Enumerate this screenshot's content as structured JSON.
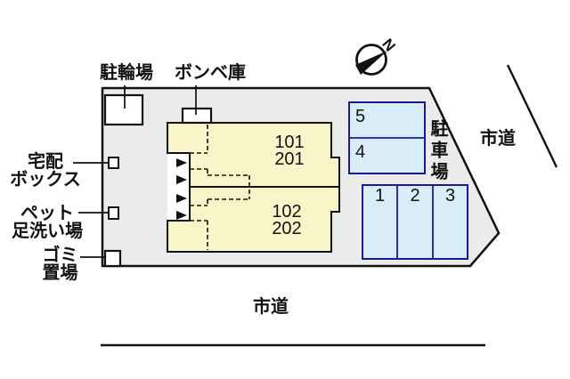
{
  "site_plan": {
    "labels": {
      "bicycle_parking": "駐輪場",
      "gas_storage": "ボンベ庫",
      "delivery_box": [
        "宅配",
        "ボックス"
      ],
      "pet_wash": [
        "ペット",
        "足洗い場"
      ],
      "garbage": [
        "ゴミ",
        "置場"
      ],
      "parking_lot": "駐車場",
      "road_right": "市道",
      "road_bottom": "市道",
      "compass_north": "N"
    },
    "building": {
      "upper_unit_lines": [
        "101",
        "201"
      ],
      "lower_unit_lines": [
        "102",
        "202"
      ]
    },
    "parking_spaces": {
      "upper": [
        "5",
        "4"
      ],
      "lower": [
        "1",
        "2",
        "3"
      ]
    },
    "colors": {
      "site_fill": "#ebebeb",
      "building_fill": "#faf5c9",
      "porch_fill": "#ffffff",
      "parking_fill": "#d9edf8",
      "parking_border": "#1a1a96",
      "line": "#111111",
      "box_fill": "#ffffff"
    }
  }
}
